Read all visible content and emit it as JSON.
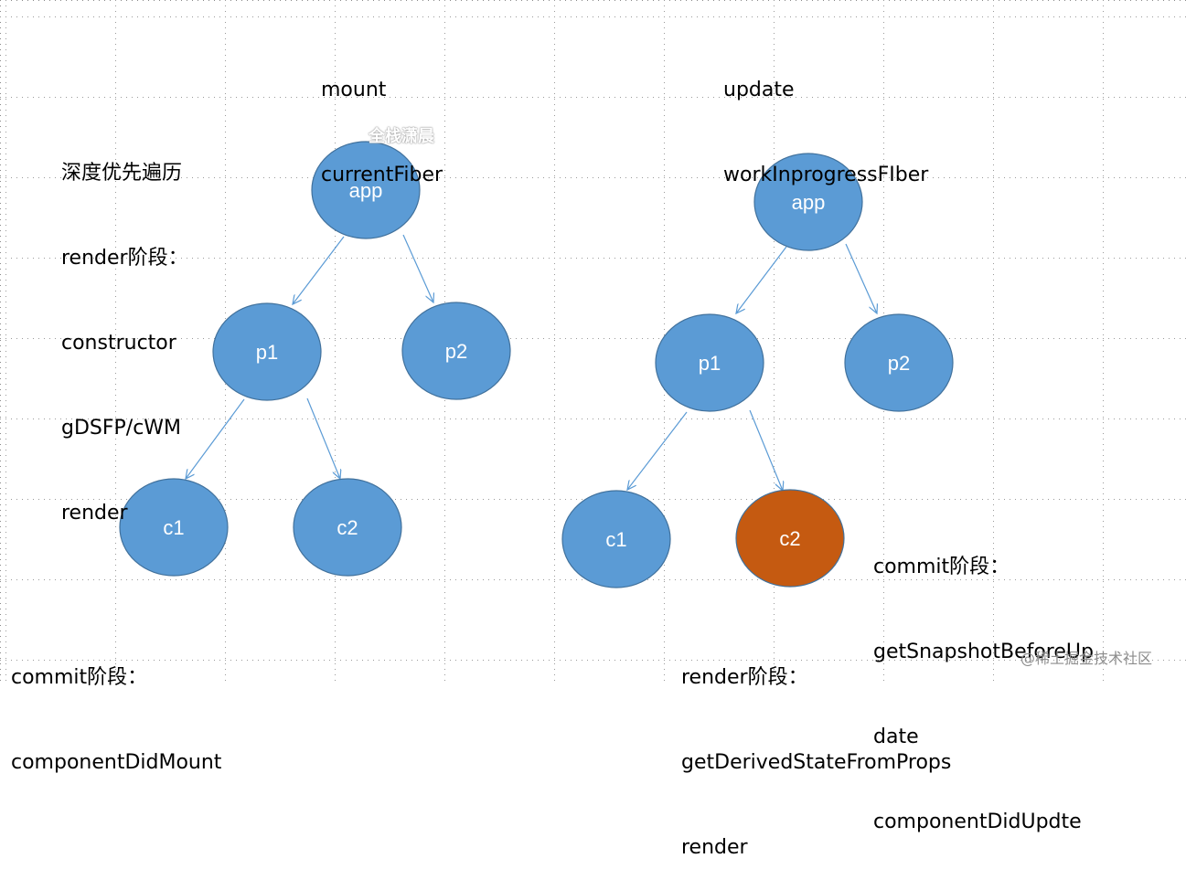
{
  "colors": {
    "node_fill": "#5b9bd5",
    "node_stroke": "#41719c",
    "highlight_fill": "#c55a11",
    "arrow": "#5b9bd5",
    "text": "#000000"
  },
  "mount_tree": {
    "heading": [
      "mount",
      "currentFiber"
    ],
    "nodes": {
      "app": "app",
      "p1": "p1",
      "p2": "p2",
      "c1": "c1",
      "c2": "c2"
    }
  },
  "update_tree": {
    "heading": [
      "update",
      "workInprogressFIber"
    ],
    "nodes": {
      "app": "app",
      "p1": "p1",
      "p2": "p2",
      "c1": "c1",
      "c2": "c2"
    },
    "highlighted_node": "c2"
  },
  "notes": {
    "render_phase_mount": [
      "深度优先遍历",
      "render阶段：",
      "constructor",
      "gDSFP/cWM",
      "render"
    ],
    "commit_phase_mount": [
      "commit阶段：",
      "componentDidMount"
    ],
    "commit_phase_update": [
      "commit阶段：",
      "getSnapshotBeforeUp",
      "date",
      "componentDidUpdte"
    ],
    "render_phase_update": [
      "render阶段：",
      "getDerivedStateFromProps",
      "render"
    ]
  },
  "watermarks": {
    "top": "全栈潇晨",
    "bottom": "@稀土掘金技术社区"
  }
}
